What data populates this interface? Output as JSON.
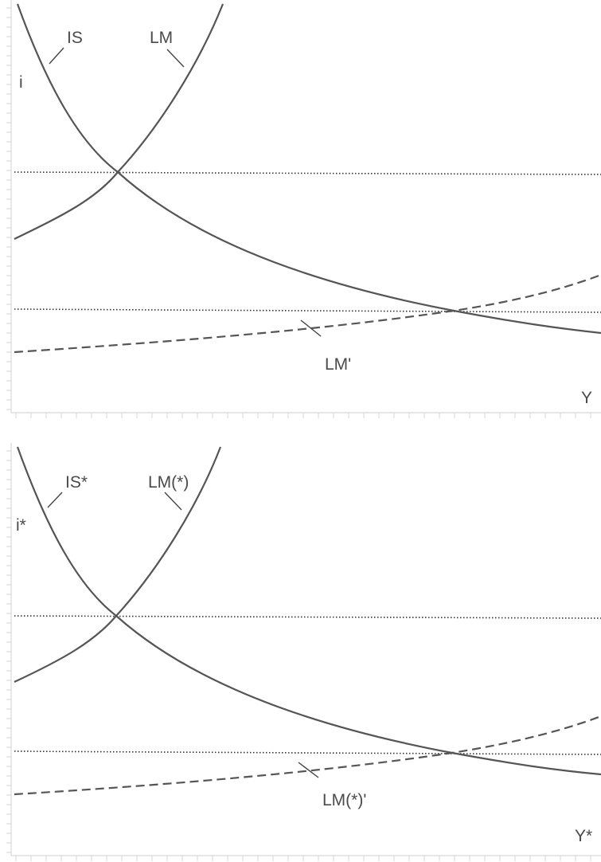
{
  "panels": [
    {
      "y_axis_label": "i",
      "x_axis_label": "Y",
      "curve_labels": {
        "is": "IS",
        "lm": "LM",
        "lm_prime": "LM'"
      }
    },
    {
      "y_axis_label": "i*",
      "x_axis_label": "Y*",
      "curve_labels": {
        "is": "IS*",
        "lm": "LM(*)",
        "lm_prime": "LM(*)'"
      }
    }
  ]
}
